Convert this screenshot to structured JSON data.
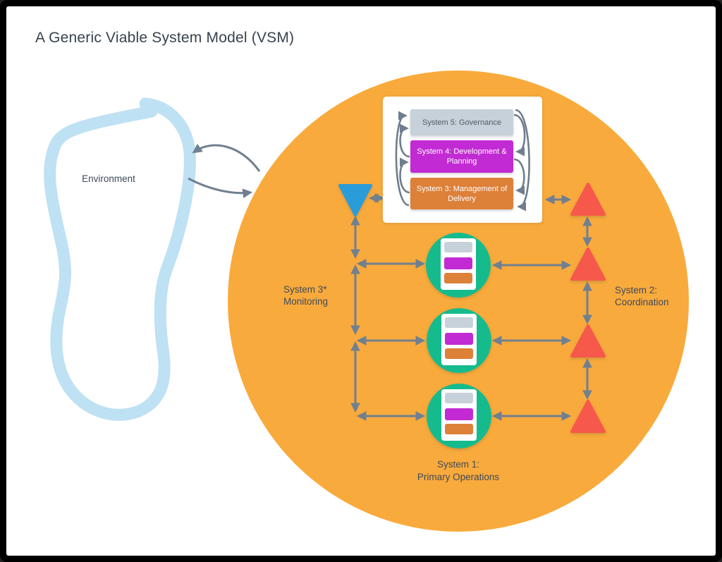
{
  "title": "A Generic Viable System Model (VSM)",
  "environment": {
    "label": "Environment"
  },
  "governance_box": {
    "system5_label": "System 5: Governance",
    "system4_label": "System 4: Development & Planning",
    "system3_label": "System 3: Management of Delivery"
  },
  "labels": {
    "monitoring": {
      "line1": "System 3*",
      "line2": "Monitoring"
    },
    "coordination": {
      "line1": "System 2:",
      "line2": "Coordination"
    },
    "primary_operations": {
      "line1": "System 1:",
      "line2": "Primary Operations"
    }
  },
  "colors": {
    "organisation_fill": "#F9AA3C",
    "environment_stroke": "#BEE1F3",
    "monitoring_triangle": "#2B9CD8",
    "coordination_triangle": "#F6584C",
    "operations_circle": "#12BB8D",
    "system5_fill": "#C7D1D9",
    "system4_fill": "#C22AD4",
    "system3_fill": "#DD8038",
    "arrow": "#71808F",
    "text": "#3E4A59"
  }
}
